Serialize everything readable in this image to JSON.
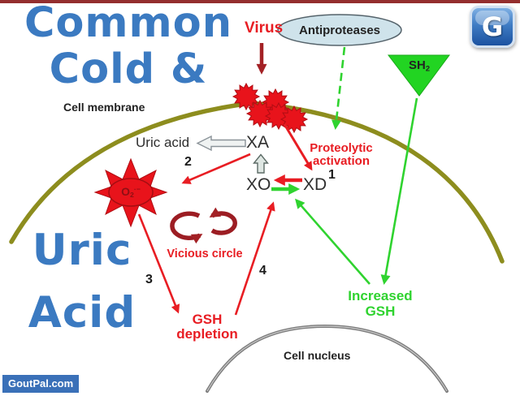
{
  "title": {
    "line1": "Common",
    "line2": "Cold &",
    "line3": "Uric",
    "line4": "Acid"
  },
  "branding": {
    "logo_letter": "G",
    "watermark": "GoutPal.com"
  },
  "diagram": {
    "virus_label": "Virus",
    "antiproteases_label": "Antiproteases",
    "sh_base": "SH",
    "sh_sub": "2",
    "cell_membrane_label": "Cell membrane",
    "uric_acid_label": "Uric acid",
    "xa_label": "XA",
    "xo_label": "XO",
    "xd_label": "XD",
    "superoxide_base": "O",
    "superoxide_sub": "2",
    "superoxide_sup": "·−",
    "proteolytic_line1": "Proteolytic",
    "proteolytic_line2": "activation",
    "step_1": "1",
    "step_2": "2",
    "step_3": "3",
    "step_4": "4",
    "vicious_circle_label": "Vicious circle",
    "gsh_depletion_line1": "GSH",
    "gsh_depletion_line2": "depletion",
    "increased_gsh_line1": "Increased",
    "increased_gsh_line2": "GSH",
    "cell_nucleus_label": "Cell nucleus"
  },
  "icons": {
    "virus_particles": "spiky-red-circles",
    "superoxide_burst": "red-starburst",
    "sh2_donor": "green-inverted-triangle",
    "antiproteases_shape": "light-blue-ellipse",
    "vicious_circle_icon": "two-circular-arrows"
  },
  "colors": {
    "top_bar": "#942e2e",
    "title_blue": "#3b7ac1",
    "bright_red": "#e81d23",
    "dark_red": "#a32125",
    "green": "#2fd32f",
    "membrane_olive": "#8d8d1e",
    "nucleus_gray": "#7d7d7d",
    "antiproteases_fill": "#cfe3eb",
    "logo_blue": "#2d68b5",
    "watermark_bg": "#3a70b8"
  }
}
